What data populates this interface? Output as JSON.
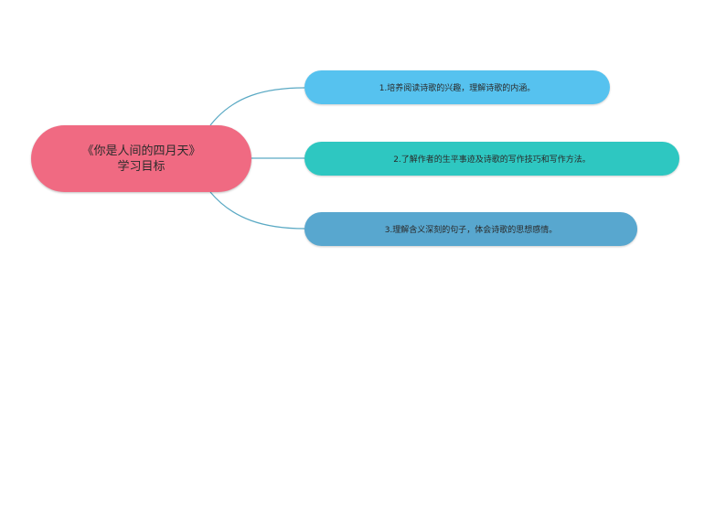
{
  "root": {
    "line1": "《你是人间的四月天》",
    "line2": "学习目标",
    "color": "#f06a82"
  },
  "branches": [
    {
      "text": "1.培养阅读诗歌的兴趣，理解诗歌的内涵。",
      "color": "#56c2ef"
    },
    {
      "text": "2.了解作者的生平事迹及诗歌的写作技巧和写作方法。",
      "color": "#2ec7c1"
    },
    {
      "text": "3.理解含义深刻的句子，体会诗歌的思想感情。",
      "color": "#58a7cf"
    }
  ],
  "connector_color": "#5aa9c4"
}
